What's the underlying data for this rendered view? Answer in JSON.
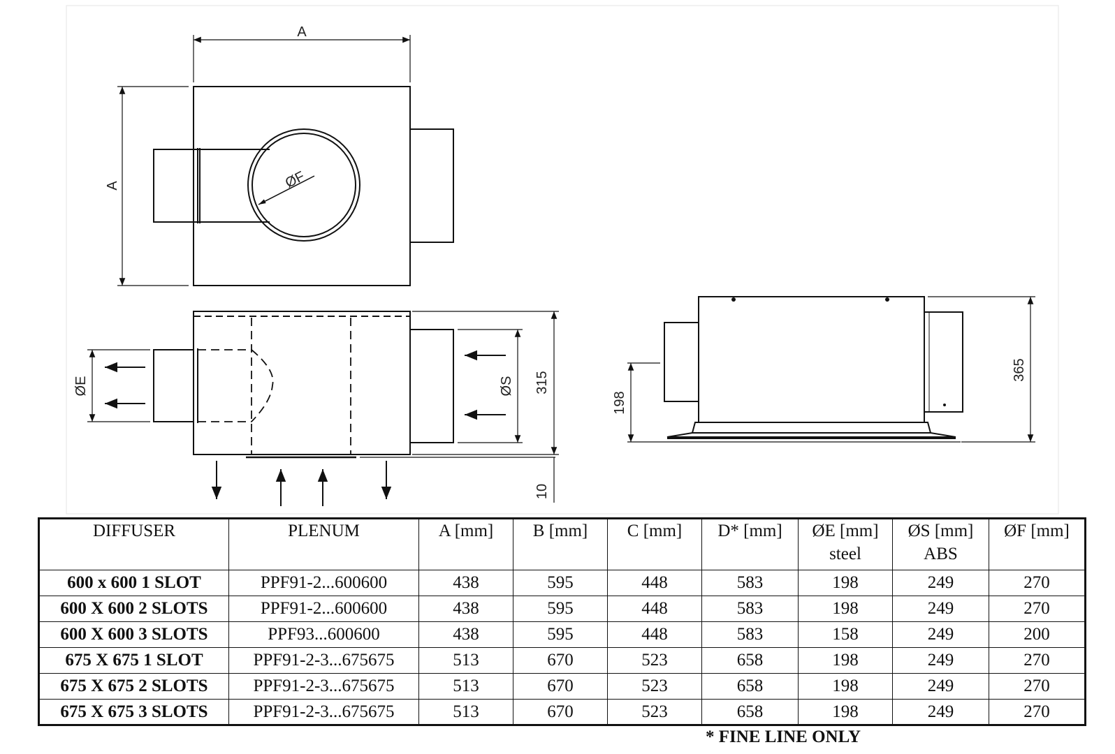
{
  "drawing": {
    "labels": {
      "a_top": "A",
      "a_side": "A",
      "phi_f": "ØF",
      "phi_e": "ØE",
      "phi_s": "ØS",
      "dim_315": "315",
      "dim_10": "10",
      "dim_198": "198",
      "dim_365": "365"
    }
  },
  "table": {
    "headers": [
      {
        "line1": "DIFFUSER",
        "line2": ""
      },
      {
        "line1": "PLENUM",
        "line2": ""
      },
      {
        "line1": "A [mm]",
        "line2": ""
      },
      {
        "line1": "B [mm]",
        "line2": ""
      },
      {
        "line1": "C [mm]",
        "line2": ""
      },
      {
        "line1": "D* [mm]",
        "line2": ""
      },
      {
        "line1": "ØE [mm]",
        "line2": "steel"
      },
      {
        "line1": "ØS [mm]",
        "line2": "ABS"
      },
      {
        "line1": "ØF [mm]",
        "line2": ""
      }
    ],
    "rows": [
      [
        "600 x 600 1 SLOT",
        "PPF91-2...600600",
        "438",
        "595",
        "448",
        "583",
        "198",
        "249",
        "270"
      ],
      [
        "600 X 600 2 SLOTS",
        "PPF91-2...600600",
        "438",
        "595",
        "448",
        "583",
        "198",
        "249",
        "270"
      ],
      [
        "600 X 600 3 SLOTS",
        "PPF93...600600",
        "438",
        "595",
        "448",
        "583",
        "158",
        "249",
        "200"
      ],
      [
        "675 X 675 1 SLOT",
        "PPF91-2-3...675675",
        "513",
        "670",
        "523",
        "658",
        "198",
        "249",
        "270"
      ],
      [
        "675 X 675 2 SLOTS",
        "PPF91-2-3...675675",
        "513",
        "670",
        "523",
        "658",
        "198",
        "249",
        "270"
      ],
      [
        "675 X 675 3 SLOTS",
        "PPF91-2-3...675675",
        "513",
        "670",
        "523",
        "658",
        "198",
        "249",
        "270"
      ]
    ]
  },
  "footnote": "* FINE LINE ONLY"
}
